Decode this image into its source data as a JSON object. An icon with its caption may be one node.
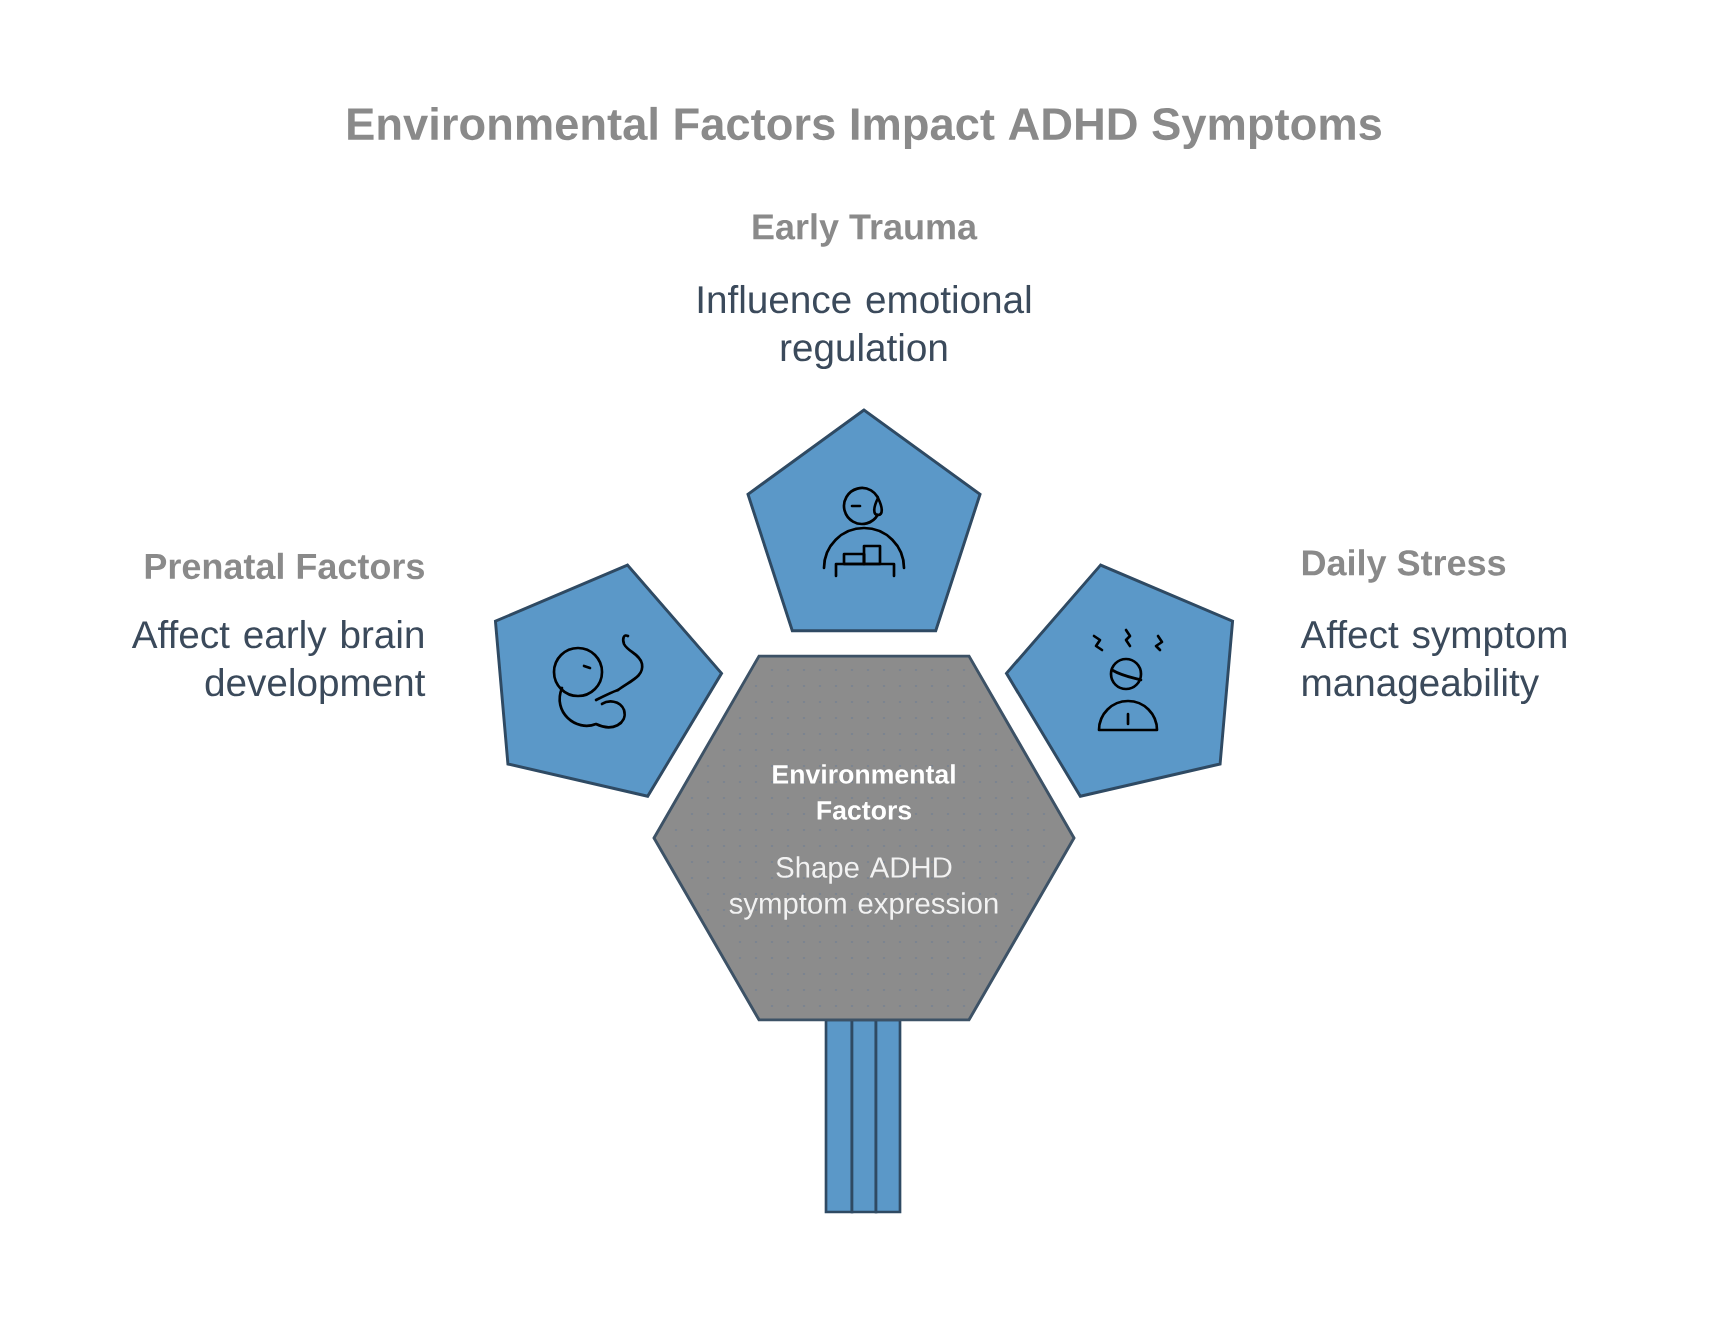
{
  "diagram": {
    "title": "Environmental Factors Impact ADHD Symptoms",
    "nodes": [
      {
        "text": [],
        "shape": "pentagon",
        "beside": [
          "Early Trauma",
          "Influence emotional regulation"
        ]
      },
      {
        "text": [],
        "shape": "pentagon",
        "beside": [
          "Prenatal Factors",
          "Affect early brain development"
        ]
      },
      {
        "text": [],
        "shape": "pentagon",
        "beside": [
          "Daily Stress",
          "Affect symptom manageability"
        ]
      },
      {
        "text": [
          "Environmental Factors",
          "Shape ADHD symptom expression"
        ]
      }
    ]
  }
}
